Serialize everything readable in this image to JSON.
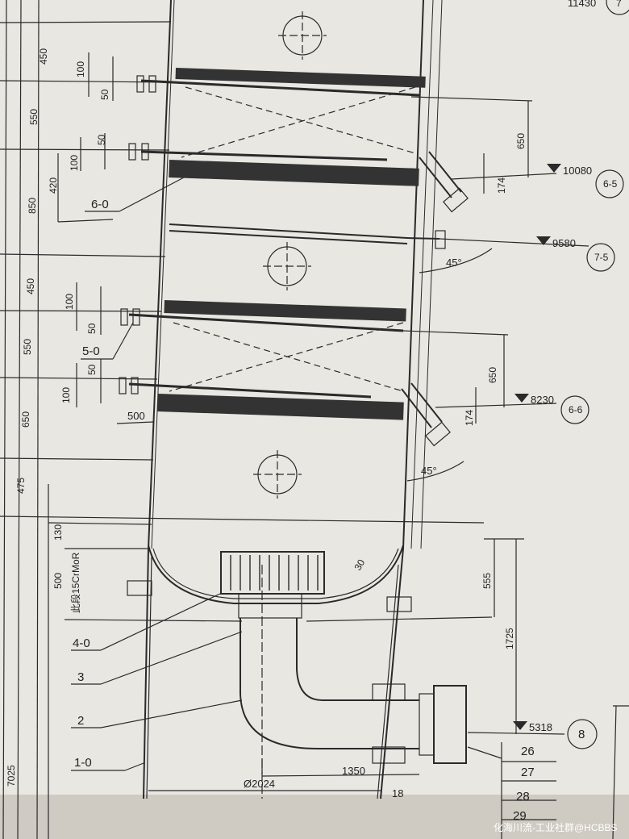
{
  "elevations": {
    "e1": {
      "value": "10080",
      "tag": "6-5"
    },
    "e2": {
      "value": "9580",
      "tag": "7-5"
    },
    "e3": {
      "value": "8230",
      "tag": "6-6"
    },
    "e4": {
      "value": "5318",
      "tag": "8"
    },
    "top": {
      "value": "11430",
      "tag": "7"
    }
  },
  "left_dims": [
    "450",
    "550",
    "850",
    "450",
    "550",
    "650",
    "475",
    "130",
    "500"
  ],
  "left_dims_bottom": "7025",
  "nozzle_dims": {
    "upper_100": "100",
    "upper_50": "50",
    "mid_50": "50",
    "mid_100": "100",
    "mid_420": "420",
    "lower_100": "100",
    "lower_50": "50",
    "bot_50": "50",
    "bot_100": "100",
    "bot_500": "500"
  },
  "right_dims": {
    "d650a": "650",
    "d174a": "174",
    "d650b": "650",
    "d174b": "174",
    "d555": "555",
    "d1725": "1725"
  },
  "angles": {
    "a1": "45°",
    "a2": "45°",
    "a3": "30"
  },
  "part_labels": {
    "p60": "6-0",
    "p50": "5-0",
    "p40": "4-0",
    "p3": "3",
    "p2": "2",
    "p10": "1-0"
  },
  "material_note": "此段15CrMoR",
  "bottom_dims": {
    "dia": "Ø2024",
    "d1350": "1350",
    "d18": "18"
  },
  "table_rows": [
    "26",
    "27",
    "28",
    "29"
  ],
  "watermark": "化海川流-工业社群@HCBBS",
  "colors": {
    "paper": "#e9e7e2",
    "ink": "#2a2a2a",
    "packing": "#333333"
  }
}
